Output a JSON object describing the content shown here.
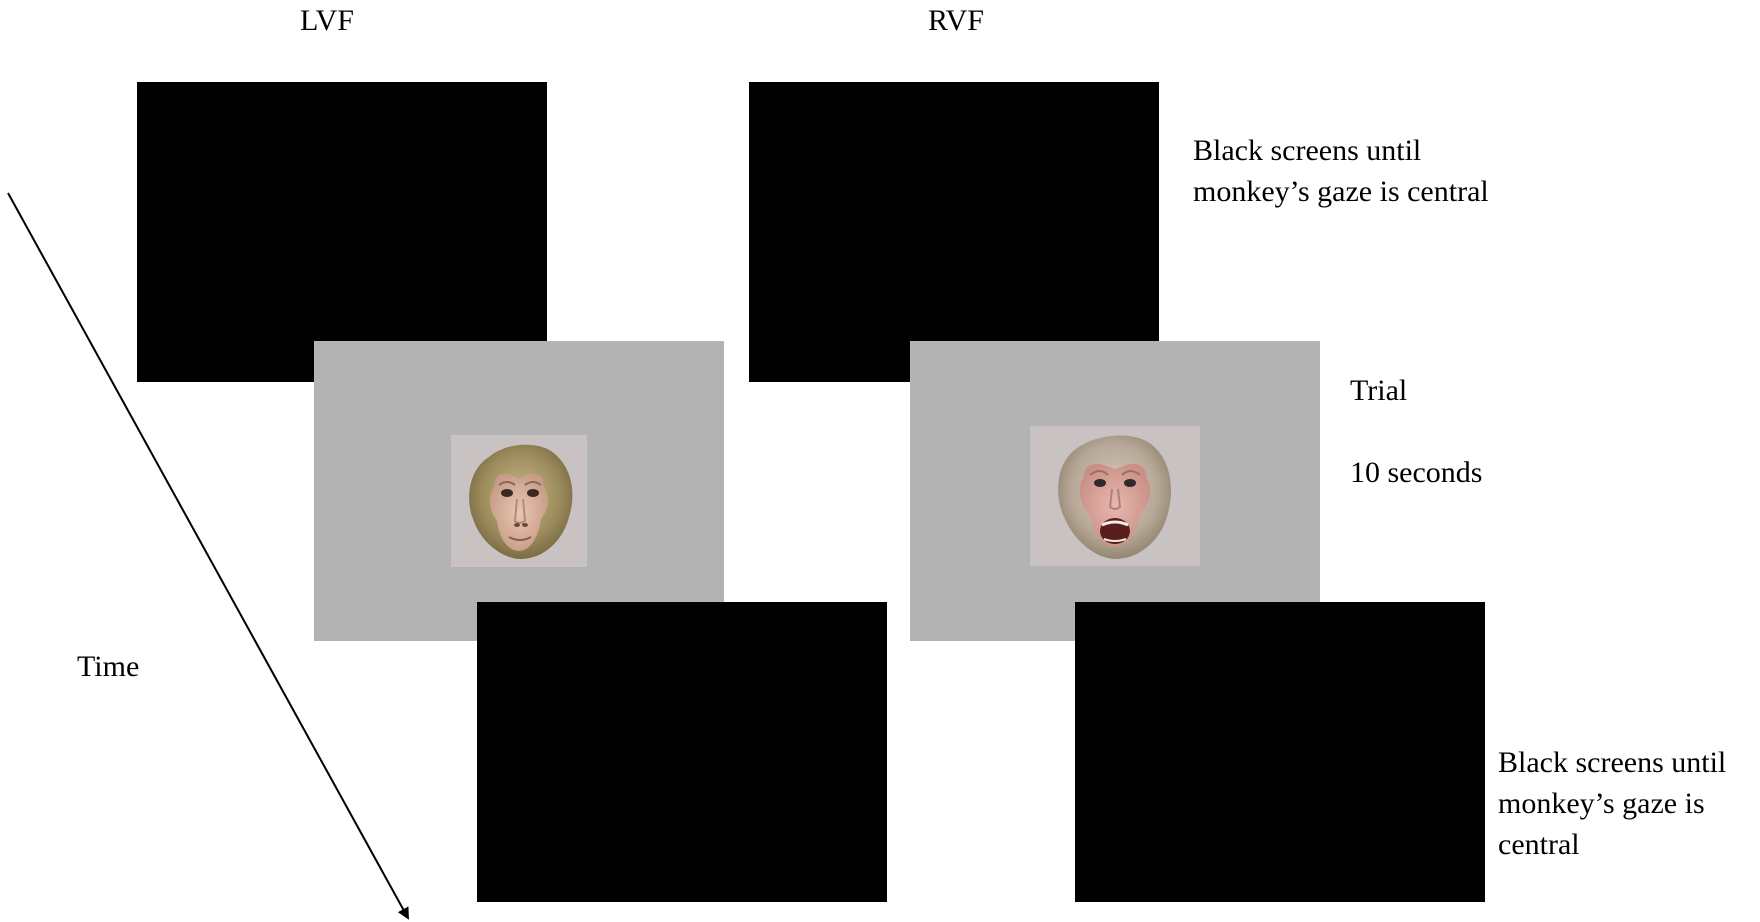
{
  "headers": {
    "left": "LVF",
    "right": "RVF"
  },
  "time_label": "Time",
  "annotations": {
    "top_line1": "Black screens until",
    "top_line2": "monkey’s gaze is central",
    "trial": "Trial",
    "duration": "10 seconds",
    "bottom_line1": "Black screens until",
    "bottom_line2": "monkey’s gaze is",
    "bottom_line3": "central"
  },
  "stimuli": {
    "left_face": "neutral macaque face",
    "right_face": "open-mouth macaque face"
  },
  "colors": {
    "black_screen": "#000000",
    "grey_screen": "#b3b3b3",
    "background": "#ffffff"
  }
}
